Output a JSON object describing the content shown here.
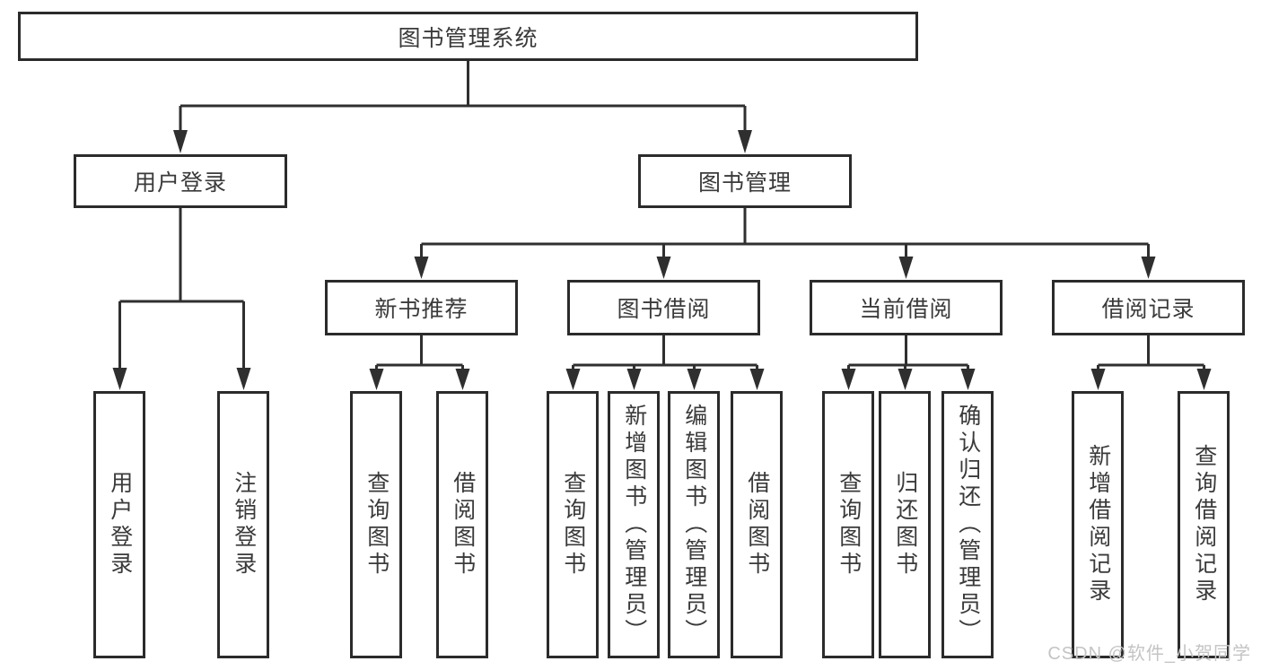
{
  "diagram_title": "图书管理系统",
  "tree": {
    "root": {
      "label": "图书管理系统"
    },
    "branches": [
      {
        "label": "用户登录",
        "children": [
          {
            "label": "用户登录"
          },
          {
            "label": "注销登录"
          }
        ]
      },
      {
        "label": "图书管理",
        "children": [
          {
            "label": "新书推荐",
            "children": [
              {
                "label": "查询图书"
              },
              {
                "label": "借阅图书"
              }
            ]
          },
          {
            "label": "图书借阅",
            "children": [
              {
                "label": "查询图书"
              },
              {
                "label": "新增图书（管理员）"
              },
              {
                "label": "编辑图书（管理员）"
              },
              {
                "label": "借阅图书"
              }
            ]
          },
          {
            "label": "当前借阅",
            "children": [
              {
                "label": "查询图书"
              },
              {
                "label": "归还图书"
              },
              {
                "label": "确认归还（管理员）"
              }
            ]
          },
          {
            "label": "借阅记录",
            "children": [
              {
                "label": "新增借阅记录"
              },
              {
                "label": "查询借阅记录"
              }
            ]
          }
        ]
      }
    ]
  },
  "watermark": "CSDN @软件_小贺同学",
  "colors": {
    "background": "#ffffff",
    "box_border": "#2b2b2b",
    "connector": "#2f2f2f",
    "text": "#3a3a3a",
    "watermark": "#c4c4c4"
  }
}
